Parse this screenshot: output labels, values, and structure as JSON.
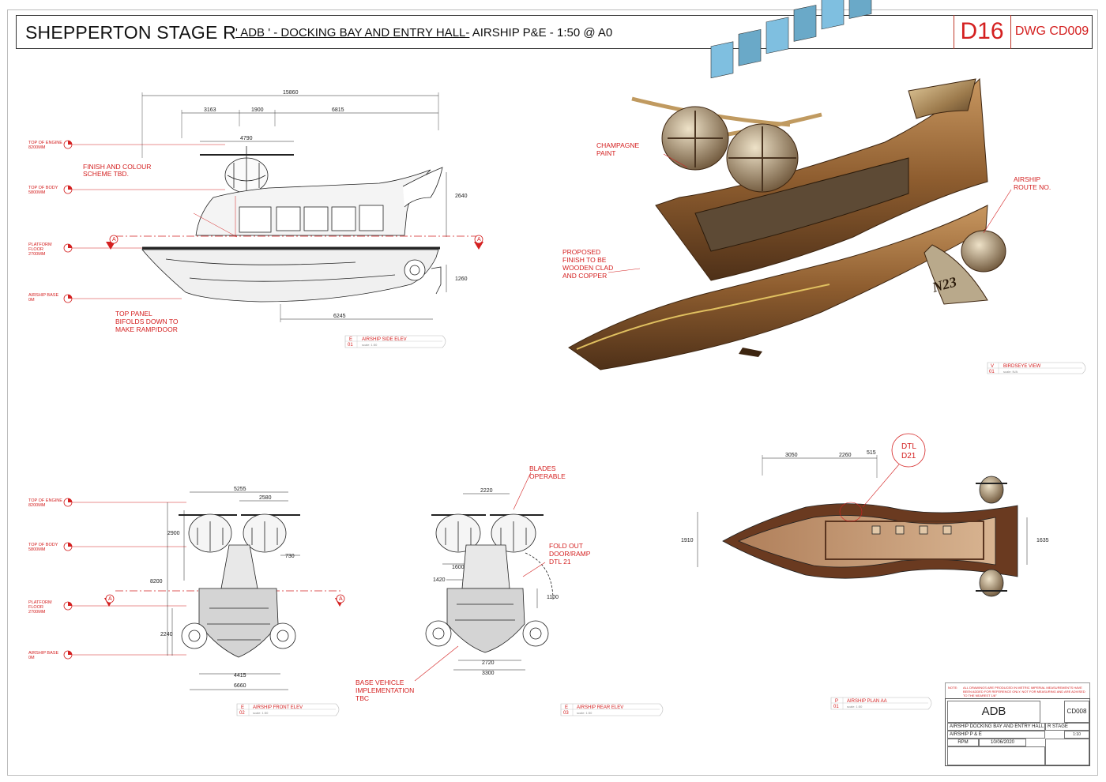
{
  "header": {
    "project": "SHEPPERTON STAGE R",
    "title_underlined": "' ADB ' - DOCKING BAY AND ENTRY HALL-",
    "title_rest": " AIRSHIP P&E - 1:50 @ A0",
    "sheet_code": "D16",
    "drawing_no": "DWG CD009"
  },
  "levels": [
    "TOP OF ENGINE",
    "8200MM",
    "TOP OF BODY",
    "5800MM",
    "PLATFORM",
    "FLOOR",
    "2700MM",
    "AIRSHIP BASE",
    "0M"
  ],
  "side_elev": {
    "dims": [
      "15860",
      "3163",
      "1900",
      "6815",
      "4790",
      "2640",
      "1260",
      "6245"
    ],
    "notes": [
      "FINISH AND COLOUR",
      "SCHEME TBD.",
      "TOP PANEL",
      "BIFOLDS DOWN TO",
      "MAKE RAMP/DOOR"
    ],
    "tag": {
      "letter": "E",
      "num": "01",
      "name": "AIRSHIP SIDE ELEV",
      "scale": "scale: 1:50"
    }
  },
  "birdseye": {
    "notes": [
      "CHAMPAGNE",
      "PAINT",
      "AIRSHIP",
      "ROUTE NO.",
      "PROPOSED",
      "FINISH TO BE",
      "WOODEN CLAD",
      "AND COPPER"
    ],
    "hull_number": "N23",
    "tag": {
      "letter": "V",
      "num": "01",
      "name": "BIRDSEYE VIEW",
      "scale": "scale: N/A"
    }
  },
  "front_elev": {
    "dims": [
      "5255",
      "2580",
      "2900",
      "730",
      "8200",
      "2240",
      "4415",
      "6660"
    ],
    "tag": {
      "letter": "E",
      "num": "02",
      "name": "AIRSHIP FRONT ELEV",
      "scale": "scale: 1:50"
    }
  },
  "rear_elev": {
    "dims": [
      "2220",
      "1600",
      "1420",
      "1100",
      "2720",
      "3300"
    ],
    "notes": [
      "BLADES",
      "OPERABLE",
      "FOLD OUT",
      "DOOR/RAMP",
      "DTL 21",
      "BASE VEHICLE",
      "IMPLEMENTATION",
      "TBC"
    ],
    "tag": {
      "letter": "E",
      "num": "03",
      "name": "AIRSHIP REAR ELEV",
      "scale": "scale: 1:50"
    }
  },
  "plan": {
    "dims": [
      "3050",
      "2260",
      "515",
      "1910",
      "1635"
    ],
    "detail": [
      "DTL",
      "D21"
    ],
    "tag": {
      "letter": "P",
      "num": "01",
      "name": "AIRSHIP PLAN AA",
      "scale": "scale: 1:50"
    }
  },
  "section_marker": "A",
  "title_block": {
    "note_label": "NOTE:",
    "note_text": "ALL DRAWINGS ARE PRODUCED IN METRIC IMPERIAL MEASUREMENTS HAVE BEEN ADDED FOR REFERENCE ONLY. NOT FOR MEASURING AND ARE ADVISED TO THE NEAREST 1/8\"",
    "company": "ADB",
    "dwg": "CD008",
    "project_line": "AIRSHIP DOCKING BAY AND ENTRY HALL",
    "stage": "R STAGE",
    "subject": "AIRSHIP P & E",
    "drawn_by": "RPM",
    "date": "10/06/2020",
    "rev": "1:10"
  },
  "colors": {
    "red": "#d42020",
    "line": "#222222",
    "wood": "#8a5a2b",
    "copper": "#b07a3c"
  }
}
